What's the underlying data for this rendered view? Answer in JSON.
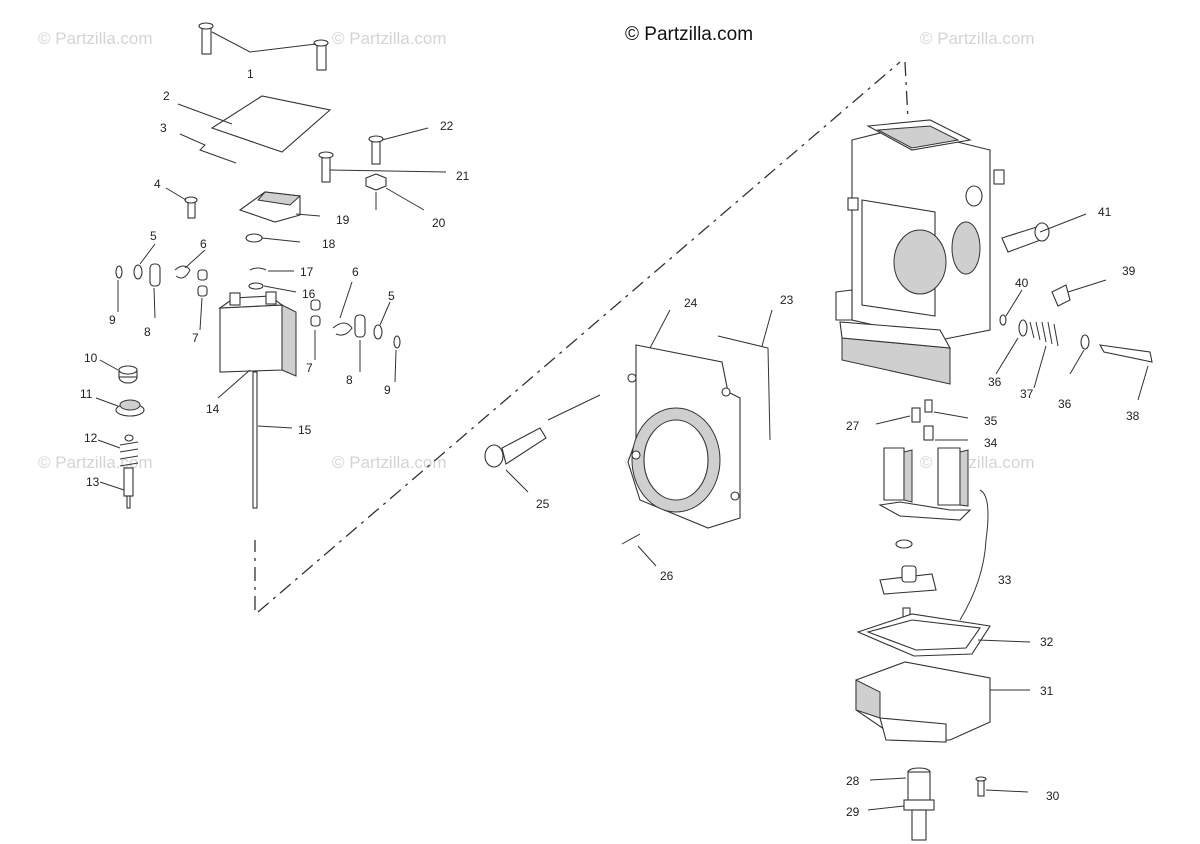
{
  "copyright": "© Partzilla.com",
  "watermark": "© Partzilla.com",
  "callouts": [
    "1",
    "2",
    "3",
    "4",
    "5",
    "6",
    "7",
    "8",
    "9",
    "10",
    "11",
    "12",
    "13",
    "14",
    "15",
    "16",
    "17",
    "18",
    "19",
    "20",
    "21",
    "22",
    "23",
    "24",
    "25",
    "26",
    "27",
    "28",
    "29",
    "30",
    "31",
    "32",
    "33",
    "34",
    "35",
    "36",
    "37",
    "38",
    "39",
    "40",
    "41"
  ],
  "callouts_left_repeat": {
    "five": "5",
    "six": "6",
    "seven": "7",
    "eight": "8",
    "nine": "9"
  },
  "callouts_right_repeat": {
    "thirty_six": "36"
  }
}
